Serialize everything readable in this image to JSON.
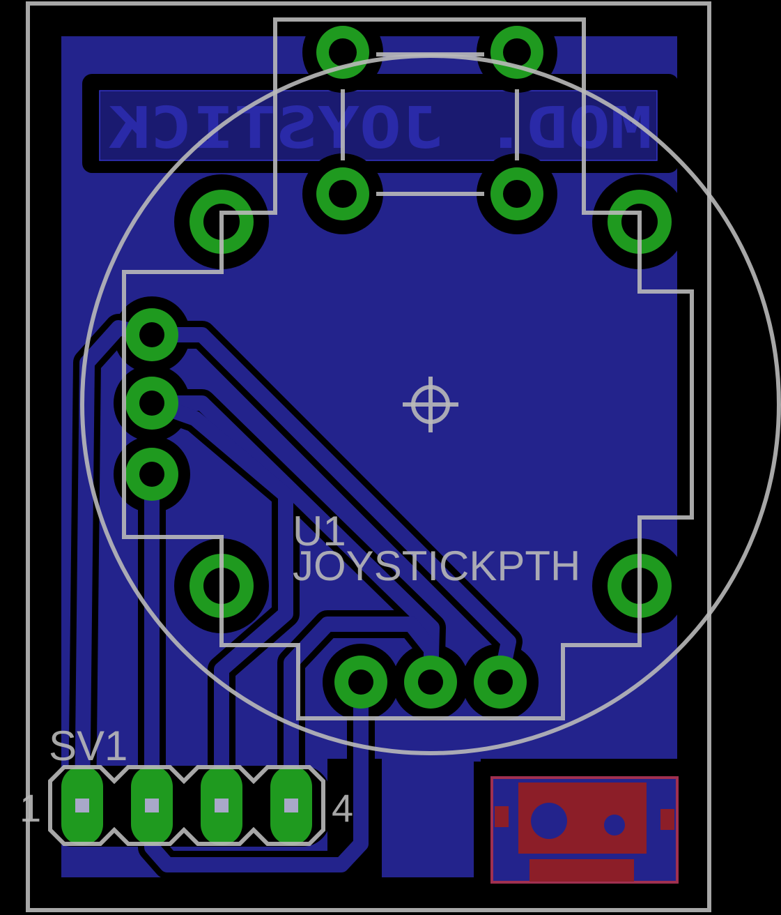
{
  "board": {
    "copper_label": "MOD. JOYSTICK",
    "component_name": "U1",
    "component_value": "JOYSTICKPTH",
    "header_name": "SV1",
    "header_pin_first": "1",
    "header_pin_last": "4"
  },
  "colors": {
    "background": "#000000",
    "copper_bottom": "#23238c",
    "pad": "#1f9a1f",
    "silkscreen": "#b9b9b9",
    "logo_top": "#8c1e28"
  }
}
